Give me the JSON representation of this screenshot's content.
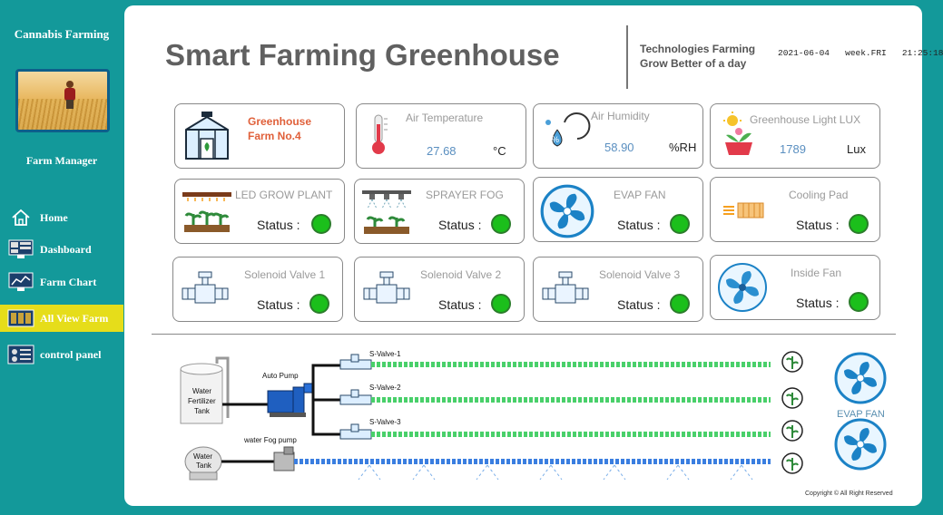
{
  "sidebar": {
    "brand": "Cannabis Farming",
    "manager": "Farm Manager",
    "items": [
      {
        "label": "Home",
        "icon": "home-icon"
      },
      {
        "label": "Dashboard",
        "icon": "dashboard-icon"
      },
      {
        "label": "Farm Chart",
        "icon": "chart-icon"
      },
      {
        "label": "All View Farm",
        "icon": "farm-view-icon",
        "active": true
      },
      {
        "label": "control panel",
        "icon": "control-panel-icon"
      }
    ]
  },
  "header": {
    "title": "Smart Farming Greenhouse",
    "tagline_1": "Technologies Farming",
    "tagline_2": "Grow Better of a day",
    "date": "2021-06-04",
    "week": "week.FRI",
    "time": "21:25:18"
  },
  "sensors": {
    "greenhouse_1": "Greenhouse",
    "greenhouse_2": "Farm No.4",
    "air_temp": {
      "label": "Air Temperature",
      "value": "27.68",
      "unit": "°C"
    },
    "air_humidity": {
      "label": "Air Humidity",
      "value": "58.90",
      "unit": "%RH"
    },
    "light": {
      "label": "Greenhouse Light LUX",
      "value": "1789",
      "unit": "Lux"
    }
  },
  "status_label": "Status :",
  "devices": {
    "led": "LED GROW PLANT",
    "sprayer": "SPRAYER FOG",
    "evap": "EVAP FAN",
    "cooling": "Cooling Pad",
    "valve1": "Solenoid Valve 1",
    "valve2": "Solenoid Valve 2",
    "valve3": "Solenoid Valve 3",
    "inside_fan": "Inside Fan"
  },
  "diagram": {
    "tank_1": "Water",
    "tank_2": "Fertilizer",
    "tank_3": "Tank",
    "water_tank_1": "Water",
    "water_tank_2": "Tank",
    "auto_pump": "Auto Pump",
    "fog_pump": "water Fog pump",
    "valve_1": "S-Valve-1",
    "valve_2": "S-Valve-2",
    "valve_3": "S-Valve-3",
    "evap_fan": "EVAP FAN"
  },
  "copyright": "Copyright © All Right Reserved",
  "colors": {
    "sidebar": "#13999a",
    "active": "#e6dd1a",
    "status_on": "#1bbf1b",
    "value": "#5a8fc0",
    "greenhouse": "#e0603a"
  }
}
